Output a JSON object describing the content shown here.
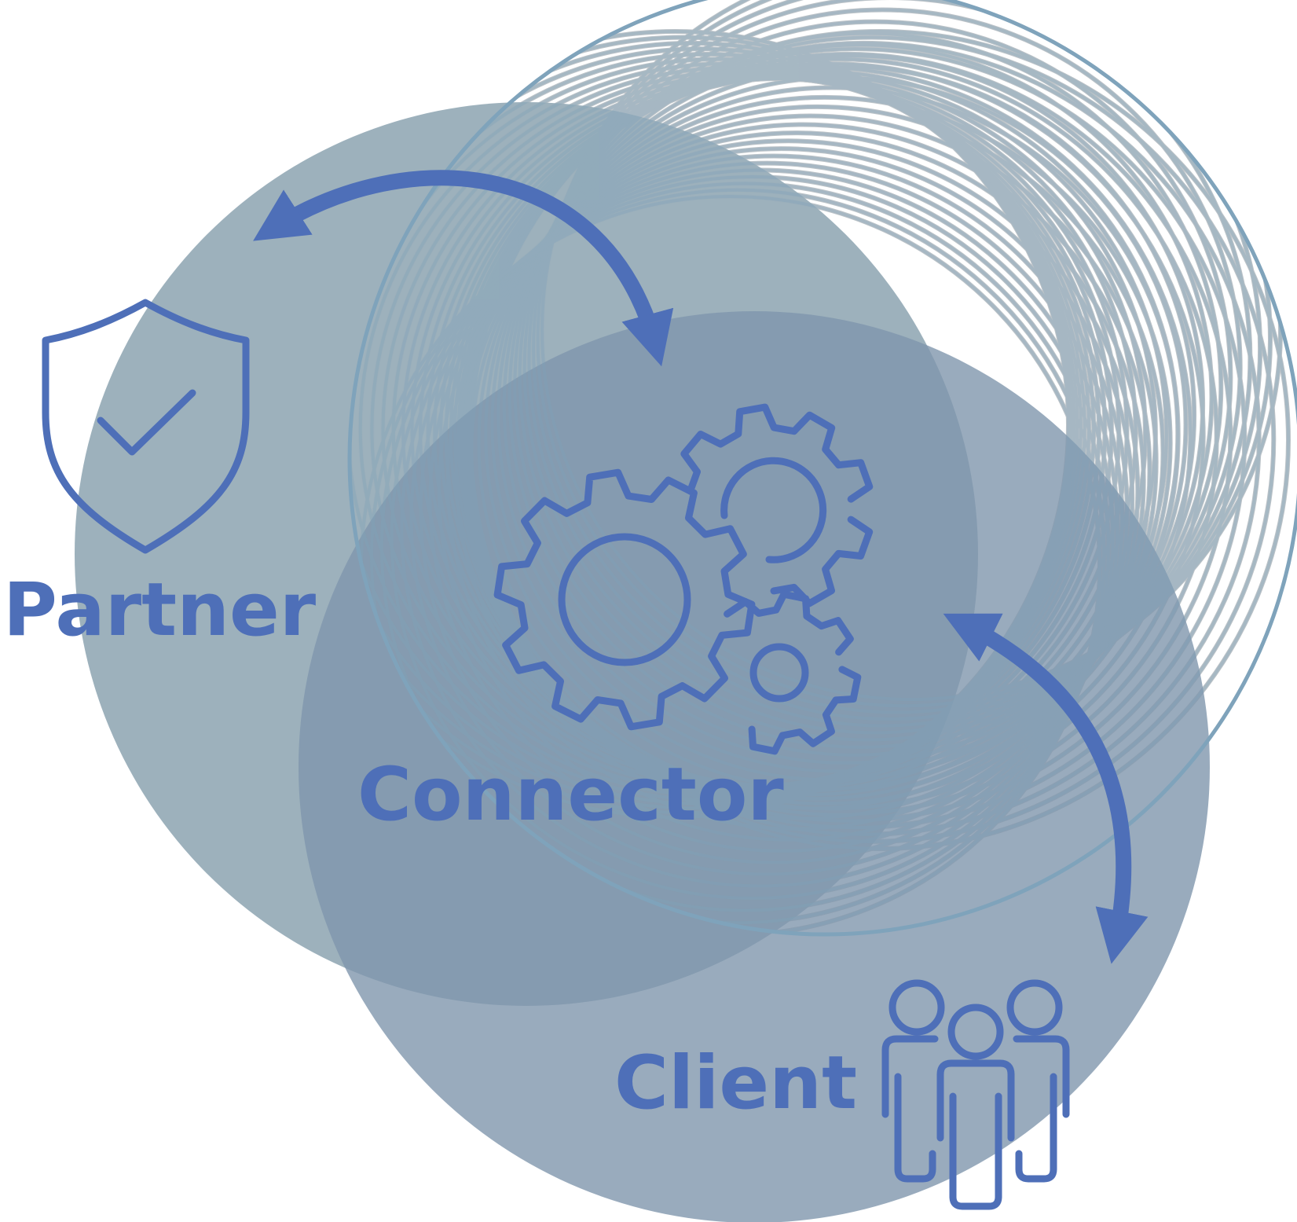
{
  "labels": {
    "partner": "Partner",
    "connector": "Connector",
    "client": "Client"
  },
  "colors": {
    "accent": "#4e6fb8",
    "partner_circle": "#9aaeba",
    "client_circle": "#8fa2b3",
    "mesh_stroke": "#bcc3c8",
    "mesh_outline": "#7fa3bb",
    "background": "#ffffff"
  },
  "icons": {
    "partner": "shield-check-icon",
    "connector": "gears-icon",
    "client": "users-group-icon"
  }
}
